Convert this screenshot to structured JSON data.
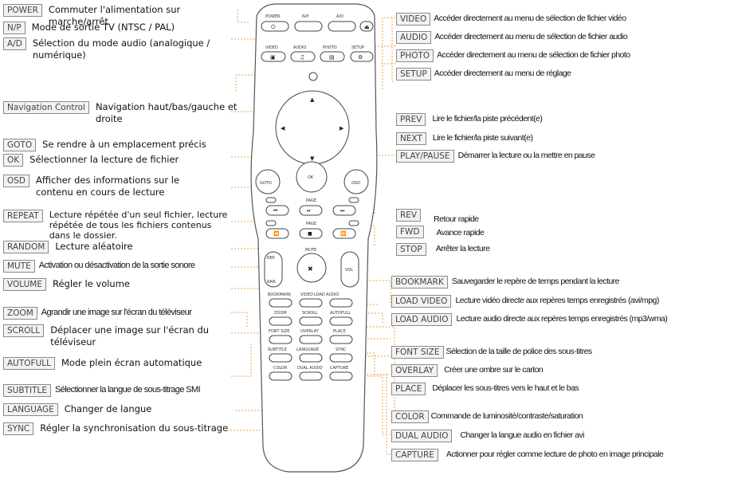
{
  "left": [
    {
      "tag": "POWER",
      "desc": "Commuter l'alimentation sur marche/arrêt",
      "pos": "r-power"
    },
    {
      "tag": "N/P",
      "desc": "Mode de sortie TV (NTSC / PAL)",
      "pos": "r-np"
    },
    {
      "tag": "A/D",
      "desc": "Sélection du mode audio (analogique / numérique)",
      "pos": "r-ad"
    },
    {
      "tag": "Navigation Control",
      "desc": "Navigation haut/bas/gauche et droite",
      "pos": "r-nav"
    },
    {
      "tag": "GOTO",
      "desc": "Se rendre à un emplacement précis",
      "pos": "r-goto"
    },
    {
      "tag": "OK",
      "desc": "Sélectionner la lecture de fichier",
      "pos": "r-ok"
    },
    {
      "tag": "OSD",
      "desc": "Afficher des informations sur le contenu en cours de lecture",
      "pos": "r-osd"
    },
    {
      "tag": "REPEAT",
      "desc": "Lecture répétée d'un seul fichier, lecture répétée de tous les fichiers contenus dans le dossier.",
      "pos": "r-repeat"
    },
    {
      "tag": "RANDOM",
      "desc": "Lecture aléatoire",
      "pos": "r-random"
    },
    {
      "tag": "MUTE",
      "desc": "Activation ou désactivation de la sortie sonore",
      "pos": "r-mute"
    },
    {
      "tag": "VOLUME",
      "desc": "Régler le volume",
      "pos": "r-volume"
    },
    {
      "tag": "ZOOM",
      "desc": "Agrandir une image sur l'écran du téléviseur",
      "pos": "r-zoom"
    },
    {
      "tag": "SCROLL",
      "desc": "Déplacer une image sur l'écran du téléviseur",
      "pos": "r-scroll"
    },
    {
      "tag": "AUTOFULL",
      "desc": "Mode plein écran automatique",
      "pos": "r-autofull"
    },
    {
      "tag": "SUBTITLE",
      "desc": "Sélectionner la langue de sous-titrage SMI",
      "pos": "r-subtitle"
    },
    {
      "tag": "LANGUAGE",
      "desc": "Changer de langue",
      "pos": "r-language"
    },
    {
      "tag": "SYNC",
      "desc": "Régler la synchronisation du sous-titrage",
      "pos": "r-sync"
    }
  ],
  "right": [
    {
      "tag": "VIDEO",
      "desc": "Accéder directement au menu de sélection de fichier vidéo"
    },
    {
      "tag": "AUDIO",
      "desc": "Accéder directement au menu de sélection de fichier audio"
    },
    {
      "tag": "PHOTO",
      "desc": "Accéder directement au menu de sélection de fichier photo"
    },
    {
      "tag": "SETUP",
      "desc": "Accéder directement au menu de réglage"
    },
    {
      "tag": "PREV",
      "desc": "Lire le fichier/la piste précédent(e)"
    },
    {
      "tag": "NEXT",
      "desc": "Lire le fichier/la piste suivant(e)"
    },
    {
      "tag": "PLAY/PAUSE",
      "desc": "Démarrer la lecture ou la mettre en pause"
    },
    {
      "tag": "REV",
      "desc": "Retour rapide"
    },
    {
      "tag": "FWD",
      "desc": "Avance rapide"
    },
    {
      "tag": "STOP",
      "desc": "Arrêter la lecture"
    },
    {
      "tag": "BOOKMARK",
      "desc": "Sauvegarder le repère de temps pendant la lecture"
    },
    {
      "tag": "LOAD VIDEO",
      "desc": "Lecture vidéo directe aux repères temps enregistrés (avi/mpg)"
    },
    {
      "tag": "LOAD AUDIO",
      "desc": "Lecture audio directe aux repères temps enregistrés (mp3/wma)"
    },
    {
      "tag": "FONT SIZE",
      "desc": "Sélection de la taille de police des sous-titres"
    },
    {
      "tag": "OVERLAY",
      "desc": "Créer une ombre sur le carton"
    },
    {
      "tag": "PLACE",
      "desc": "Déplacer les sous-titres vers le haut et le bas"
    },
    {
      "tag": "COLOR",
      "desc": "Commande de luminosité/contraste/saturation"
    },
    {
      "tag": "DUAL AUDIO",
      "desc": "Changer la langue audio en fichier avi"
    },
    {
      "tag": "CAPTURE",
      "desc": "Actionner pour régler comme lecture de photo en image principale"
    }
  ],
  "remote": {
    "power": "POWER",
    "np": "N/P",
    "ad": "A/D",
    "video": "VIDEO",
    "audio": "AUDIO",
    "photo": "PHOTO",
    "setup": "SETUP",
    "goto": "GOTO",
    "ok": "OK",
    "osd": "OSD",
    "page1": "PAGE",
    "page2": "PAGE",
    "rep": "REP.",
    "mute": "MUTE",
    "ran": "RAN.",
    "vol": "VOL",
    "bookmark": "BOOKMARK",
    "video2": "VIDEO",
    "load": "LOAD",
    "audio2": "AUDIO",
    "zoom": "ZOOM",
    "scroll": "SCROLL",
    "autofull": "AUTOFULL",
    "fontsize": "FONT SIZE",
    "overlay": "OVERLAY",
    "place": "PLACE",
    "subtitle": "SUBTITLE",
    "language": "LANGUAGE",
    "sync": "SYNC",
    "color": "COLOR",
    "dualaudio": "DUAL AUDIO",
    "capture": "CAPTURE"
  },
  "colors": {
    "leader": "#f0a040",
    "tag_border": "#8a8a8a",
    "tag_bg": "#f2f2f2"
  }
}
